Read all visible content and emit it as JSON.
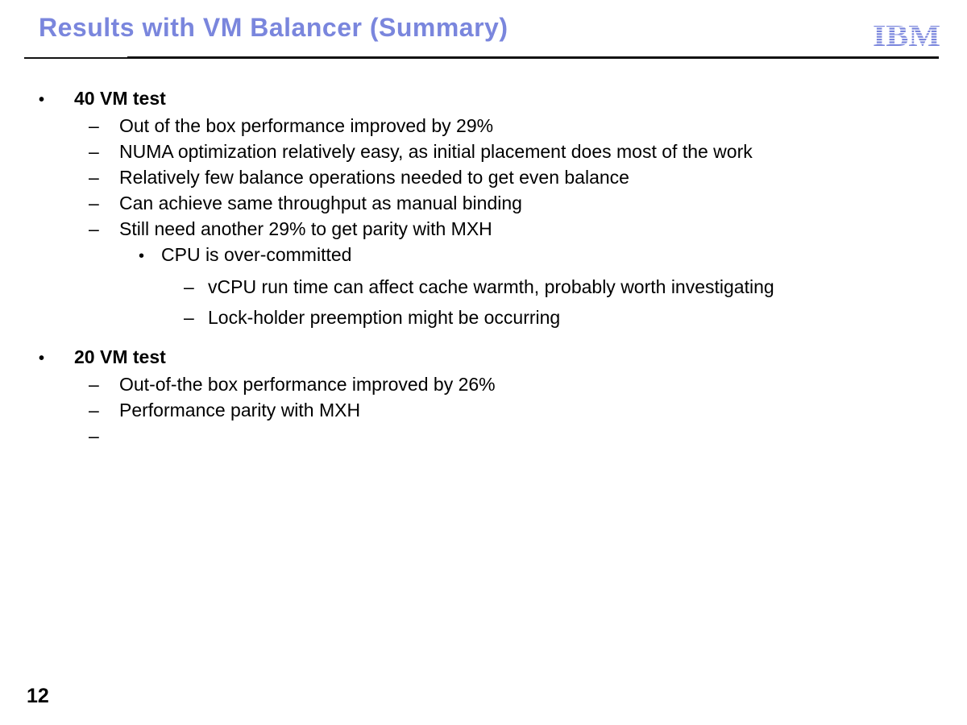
{
  "slide": {
    "title": "Results with VM Balancer (Summary)",
    "page_number": "12",
    "accent_color": "#7a86dd",
    "text_color": "#000000"
  },
  "logo": {
    "text": "IBM"
  },
  "content": [
    {
      "level": 1,
      "bullet": "•",
      "text": "40 VM test",
      "group_start": false
    },
    {
      "level": 2,
      "bullet": "–",
      "text": "Out of the box performance improved by 29%",
      "group_start": false
    },
    {
      "level": 2,
      "bullet": "–",
      "text": "NUMA optimization relatively easy, as initial placement does most of the work",
      "group_start": false
    },
    {
      "level": 2,
      "bullet": "–",
      "text": "Relatively few balance operations needed to get even balance",
      "group_start": false
    },
    {
      "level": 2,
      "bullet": "–",
      "text": "Can achieve same throughput as manual binding",
      "group_start": false
    },
    {
      "level": 2,
      "bullet": "–",
      "text": "Still need another 29% to get parity with MXH",
      "group_start": false
    },
    {
      "level": 3,
      "bullet": "•",
      "text": "CPU is over-committed",
      "group_start": false
    },
    {
      "level": 4,
      "bullet": "–",
      "text": "vCPU run time can affect cache warmth, probably worth investigating",
      "group_start": false
    },
    {
      "level": 4,
      "bullet": "–",
      "text": "Lock-holder preemption might be occurring",
      "group_start": false
    },
    {
      "level": 1,
      "bullet": "•",
      "text": "20 VM test",
      "group_start": true
    },
    {
      "level": 2,
      "bullet": "–",
      "text": "Out-of-the box performance improved by 26%",
      "group_start": false
    },
    {
      "level": 2,
      "bullet": "–",
      "text": "Performance parity with MXH",
      "group_start": false
    },
    {
      "level": 2,
      "bullet": "–",
      "text": "",
      "group_start": false
    }
  ]
}
